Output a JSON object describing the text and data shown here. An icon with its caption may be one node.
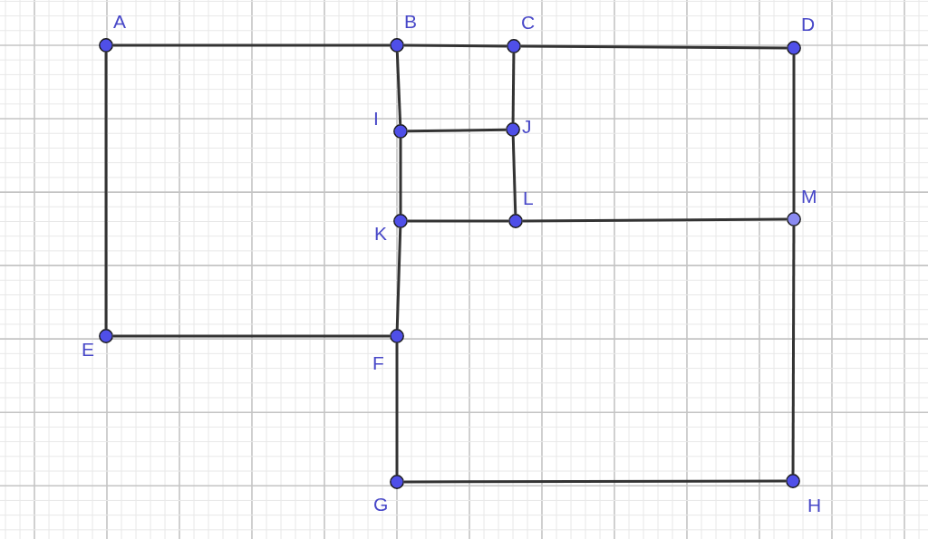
{
  "diagram": {
    "nodes": [
      {
        "text": [
          "A"
        ]
      },
      {
        "text": [
          "B"
        ]
      },
      {
        "text": [
          "C"
        ]
      },
      {
        "text": [
          "D"
        ]
      },
      {
        "text": [
          "I"
        ]
      },
      {
        "text": [
          "J"
        ]
      },
      {
        "text": [
          "K"
        ]
      },
      {
        "text": [
          "L"
        ]
      },
      {
        "text": [
          "M"
        ]
      },
      {
        "text": [
          "E"
        ]
      },
      {
        "text": [
          "F"
        ]
      },
      {
        "text": [
          "G"
        ]
      },
      {
        "text": [
          "H"
        ]
      }
    ],
    "edges": [
      {
        "from": 0,
        "to": 1,
        "arrow": "none"
      },
      {
        "from": 1,
        "to": 2,
        "arrow": "none"
      },
      {
        "from": 2,
        "to": 3,
        "arrow": "none"
      },
      {
        "from": 0,
        "to": 9,
        "arrow": "none"
      },
      {
        "from": 9,
        "to": 10,
        "arrow": "none"
      },
      {
        "from": 1,
        "to": 4,
        "arrow": "none"
      },
      {
        "from": 4,
        "to": 6,
        "arrow": "none"
      },
      {
        "from": 6,
        "to": 10,
        "arrow": "none"
      },
      {
        "from": 10,
        "to": 11,
        "arrow": "none"
      },
      {
        "from": 11,
        "to": 12,
        "arrow": "none"
      },
      {
        "from": 12,
        "to": 8,
        "arrow": "none"
      },
      {
        "from": 8,
        "to": 3,
        "arrow": "none"
      },
      {
        "from": 4,
        "to": 5,
        "arrow": "none"
      },
      {
        "from": 2,
        "to": 5,
        "arrow": "none"
      },
      {
        "from": 5,
        "to": 7,
        "arrow": "none"
      },
      {
        "from": 6,
        "to": 7,
        "arrow": "none"
      },
      {
        "from": 7,
        "to": 8,
        "arrow": "none"
      }
    ]
  }
}
